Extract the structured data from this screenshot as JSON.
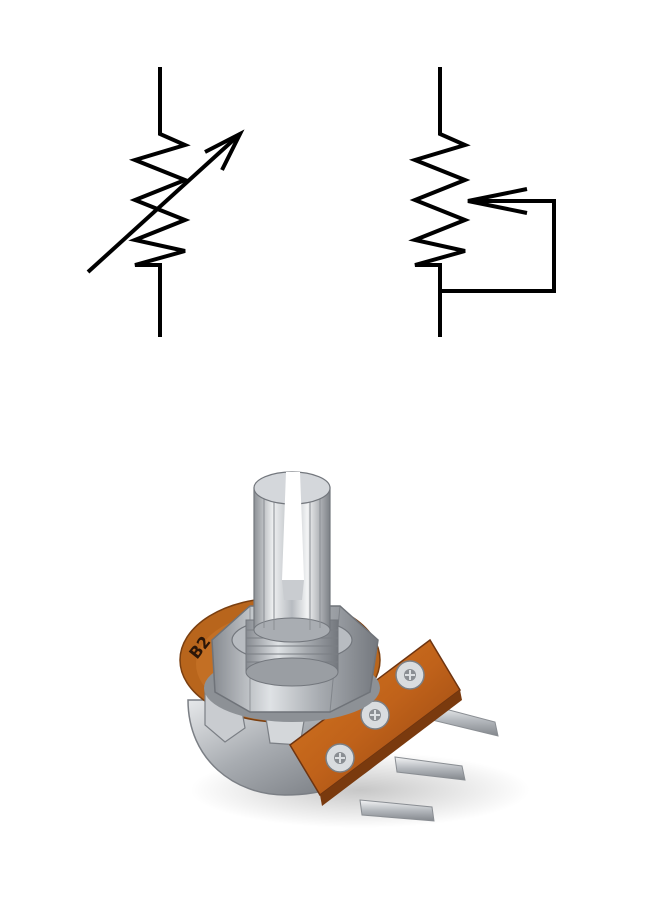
{
  "figure": {
    "symbols": [
      {
        "id": "variable-resistor-symbol"
      },
      {
        "id": "potentiometer-symbol"
      }
    ],
    "photo": {
      "id": "potentiometer-photo",
      "body_mark": "B2"
    }
  }
}
